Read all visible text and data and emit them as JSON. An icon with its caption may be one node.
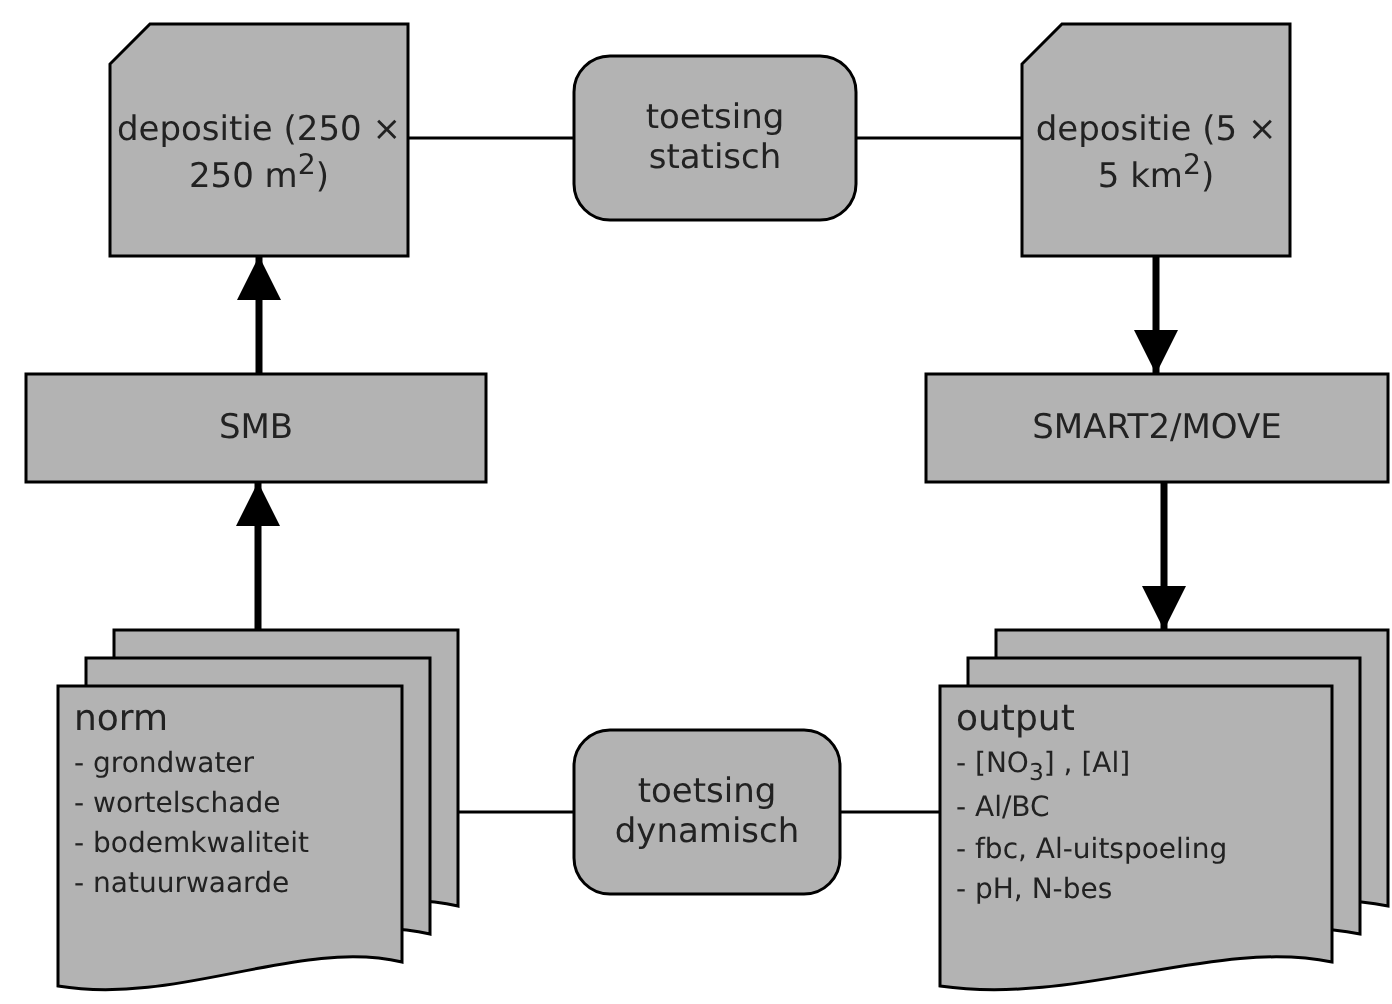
{
  "diagram": {
    "nodes": [
      {
        "text": [
          "depositie (250 × 250 m$^{2}$)"
        ]
      },
      {
        "text": [
          "toetsing statisch"
        ]
      },
      {
        "text": [
          "depositie (5 × 5 km$^{2}$)"
        ]
      },
      {
        "text": [
          "SMB"
        ]
      },
      {
        "text": [
          "SMART2/MOVE"
        ]
      },
      {
        "text": [
          "norm",
          "- grondwater",
          "- wortelschade",
          "- bodemkwaliteit",
          "- natuurwaarde"
        ]
      },
      {
        "text": [
          "toetsing dynamisch"
        ]
      },
      {
        "text": [
          "output",
          "- [NO$_{3}$] , [Al]",
          "- Al/BC",
          "- fbc, Al-uitspoeling",
          "- pH, N-bes"
        ]
      }
    ],
    "edges": [
      {
        "from": 0,
        "to": 1,
        "arrow": "none"
      },
      {
        "from": 1,
        "to": 2,
        "arrow": "none"
      },
      {
        "from": 2,
        "to": 4,
        "arrow": "to",
        "style": "thick"
      },
      {
        "from": 3,
        "to": 0,
        "arrow": "to",
        "style": "thick"
      },
      {
        "from": 5,
        "to": 3,
        "arrow": "to",
        "style": "thick"
      },
      {
        "from": 4,
        "to": 7,
        "arrow": "to",
        "style": "thick"
      },
      {
        "from": 5,
        "to": 6,
        "arrow": "none"
      },
      {
        "from": 6,
        "to": 7,
        "arrow": "none"
      }
    ]
  }
}
